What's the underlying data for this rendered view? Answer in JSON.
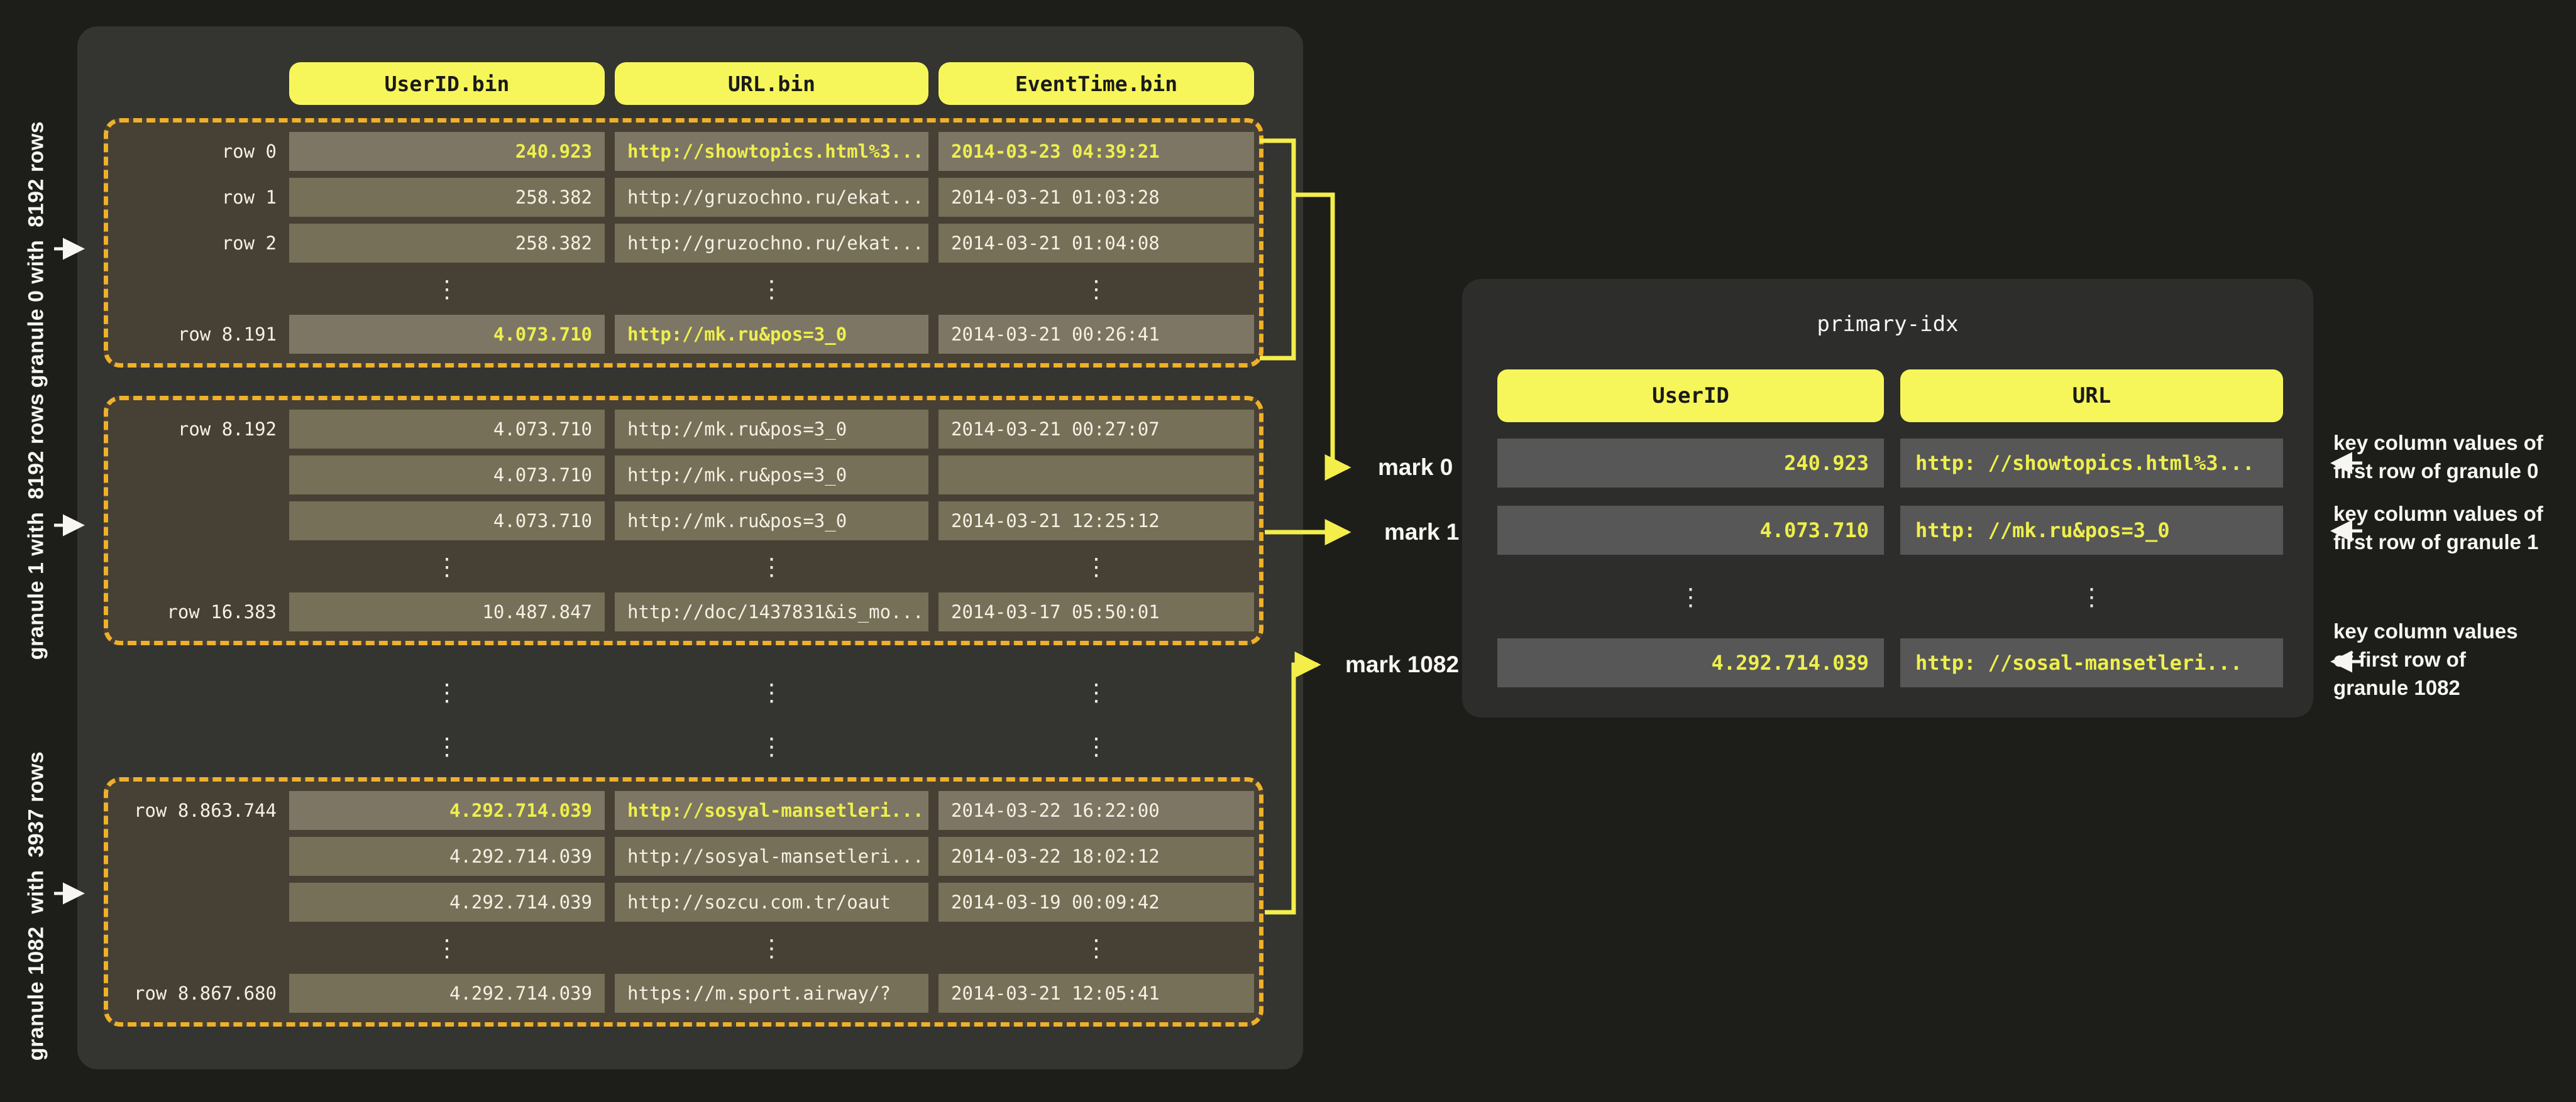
{
  "colors": {
    "page_bg": "#1d1d1a",
    "panel_bg": "#343431",
    "granule_bg": "#474034",
    "dash": "#efb02a",
    "pill": "#f6f65a",
    "pill_text": "#1a1a1a",
    "cell_bg": "#767059",
    "cell_hl_bg": "#7d7665",
    "yellow_text": "#eeef4d",
    "line_yellow": "#f4ee4a",
    "white_text": "#f5f1e3",
    "label_white": "#f7f6f3",
    "idx_panel_bg": "#2d2d2b",
    "idx_cell_bg": "#575757"
  },
  "glyphs": {
    "vdots": "⋮"
  },
  "left_panel": {
    "columns": [
      "UserID.bin",
      "URL.bin",
      "EventTime.bin"
    ],
    "granules": [
      {
        "side_label": "granule 0 with  8192 rows",
        "rows": [
          {
            "label": "row 0",
            "user_id": "240.923",
            "url": "http://showtopics.html%3...",
            "event_time": "2014-03-23 04:39:21",
            "hl": [
              "user_id",
              "url",
              "event_time"
            ]
          },
          {
            "label": "row 1",
            "user_id": "258.382",
            "url": "http://gruzochno.ru/ekat...",
            "event_time": "2014-03-21 01:03:28"
          },
          {
            "label": "row 2",
            "user_id": "258.382",
            "url": "http://gruzochno.ru/ekat...",
            "event_time": "2014-03-21 01:04:08"
          },
          {
            "dots": true
          },
          {
            "label": "row 8.191",
            "user_id": "4.073.710",
            "url": "http://mk.ru&pos=3_0",
            "event_time": "2014-03-21 00:26:41",
            "hl": [
              "user_id",
              "url"
            ]
          }
        ]
      },
      {
        "side_label": "granule 1 with  8192 rows",
        "rows": [
          {
            "label": "row 8.192",
            "user_id": "4.073.710",
            "url": "http://mk.ru&pos=3_0",
            "event_time": "2014-03-21 00:27:07"
          },
          {
            "label": "",
            "user_id": "4.073.710",
            "url": "http://mk.ru&pos=3_0",
            "event_time": ""
          },
          {
            "label": "",
            "user_id": "4.073.710",
            "url": "http://mk.ru&pos=3_0",
            "event_time": "2014-03-21 12:25:12"
          },
          {
            "dots": true
          },
          {
            "label": "row 16.383",
            "user_id": "10.487.847",
            "url": "http://doc/1437831&is_mo...",
            "event_time": "2014-03-17 05:50:01"
          }
        ]
      },
      {
        "side_label": "granule 1082  with  3937 rows",
        "rows": [
          {
            "label": "row 8.863.744",
            "user_id": "4.292.714.039",
            "url": "http://sosyal-mansetleri...",
            "event_time": "2014-03-22 16:22:00",
            "hl": [
              "user_id",
              "url"
            ]
          },
          {
            "label": "",
            "user_id": "4.292.714.039",
            "url": "http://sosyal-mansetleri...",
            "event_time": "2014-03-22 18:02:12"
          },
          {
            "label": "",
            "user_id": "4.292.714.039",
            "url": "http://sozcu.com.tr/oaut",
            "event_time": "2014-03-19 00:09:42"
          },
          {
            "dots": true
          },
          {
            "label": "row 8.867.680",
            "user_id": "4.292.714.039",
            "url": "https://m.sport.airway/?",
            "event_time": "2014-03-21 12:05:41"
          }
        ]
      }
    ]
  },
  "marks": [
    {
      "label": "mark 0"
    },
    {
      "label": "mark 1"
    },
    {
      "label": "mark 1082"
    }
  ],
  "primary_index": {
    "title": "primary-idx",
    "columns": [
      "UserID",
      "URL"
    ],
    "rows": [
      {
        "user_id": "240.923",
        "url": "http: //showtopics.html%3..."
      },
      {
        "user_id": "4.073.710",
        "url": "http: //mk.ru&pos=3_0"
      },
      {
        "dots": true
      },
      {
        "user_id": "4.292.714.039",
        "url": "http: //sosal-mansetleri..."
      }
    ]
  },
  "annotations": [
    {
      "lines": [
        "key column values of",
        "first row of granule 0"
      ]
    },
    {
      "lines": [
        "key column values of",
        "first row of granule 1"
      ]
    },
    {
      "lines": [
        "key column values",
        "of first row of",
        "granule 1082"
      ]
    }
  ]
}
